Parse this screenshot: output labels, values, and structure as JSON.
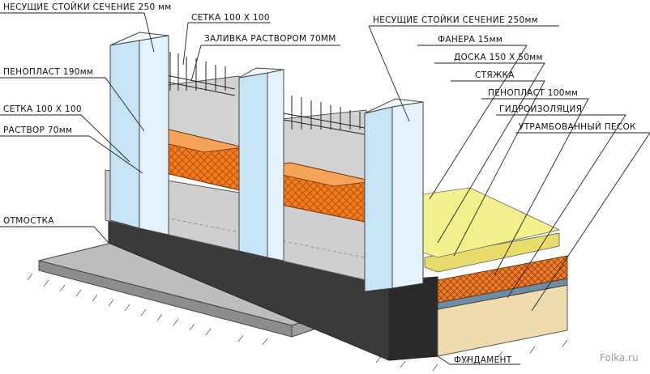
{
  "labels": {
    "left_post_section": "НЕСУЩИЕ СТОЙКИ СЕЧЕНИЕ 250 мм",
    "mesh_top": "СЕТКА 100 Х 100",
    "mortar_fill": "ЗАЛИВКА РАСТВОРОМ 70ММ",
    "foam_190": "ПЕНОПЛАСТ 190мм",
    "mesh_side": "СЕТКА 100 Х 100",
    "mortar_70": "РАСТВОР 70мм",
    "blind_area": "ОТМОСТКА",
    "right_post_section": "НЕСУЩИЕ СТОЙКИ СЕЧЕНИЕ  250мм",
    "plywood": "ФАНЕРА   15мм",
    "board": "ДОСКА 150 Х 50мм",
    "screed": "СТЯЖКА",
    "foam_100": "ПЕНОПЛАСТ  100мм",
    "waterproofing": "ГИДРОИЗОЛЯЦИЯ",
    "compacted_sand": "УТРАМБОВАННЫЙ ПЕСОК",
    "foundation": "ФУНДАМЕНТ"
  },
  "watermark": "Folka.ru",
  "colors": {
    "post": "#c6e4f5",
    "foam": "#ef7c1e",
    "concrete": "#cfcfcf",
    "foundation": "#3a3a3a",
    "plywood": "#f2ee8a",
    "sand": "#eedcae",
    "waterproofing": "#6e8da3"
  }
}
